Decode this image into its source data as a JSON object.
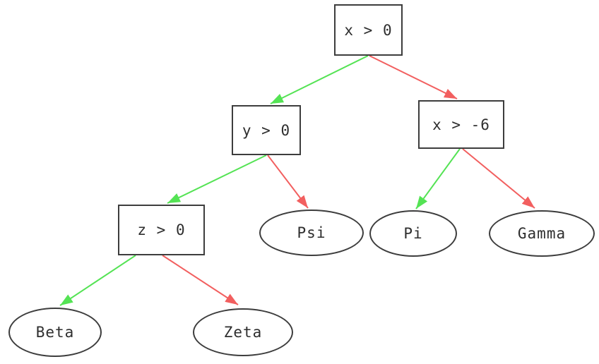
{
  "diagram": {
    "type": "decision-tree",
    "colors": {
      "true_edge": "#54e354",
      "false_edge": "#f25f5f",
      "node_border": "#3d3d3d",
      "node_text": "#2e2e2e",
      "background": "#ffffff"
    },
    "nodes": {
      "root": {
        "label": "x > 0",
        "shape": "rect"
      },
      "y": {
        "label": "y > 0",
        "shape": "rect"
      },
      "x6": {
        "label": "x > -6",
        "shape": "rect"
      },
      "z": {
        "label": "z > 0",
        "shape": "rect"
      },
      "psi": {
        "label": "Psi",
        "shape": "ellipse"
      },
      "pi": {
        "label": "Pi",
        "shape": "ellipse"
      },
      "gamma": {
        "label": "Gamma",
        "shape": "ellipse"
      },
      "beta": {
        "label": "Beta",
        "shape": "ellipse"
      },
      "zeta": {
        "label": "Zeta",
        "shape": "ellipse"
      }
    },
    "edges": [
      {
        "from": "x > 0",
        "to": "y > 0",
        "branch": "true",
        "color": "#54e354"
      },
      {
        "from": "x > 0",
        "to": "x > -6",
        "branch": "false",
        "color": "#f25f5f"
      },
      {
        "from": "y > 0",
        "to": "z > 0",
        "branch": "true",
        "color": "#54e354"
      },
      {
        "from": "y > 0",
        "to": "Psi",
        "branch": "false",
        "color": "#f25f5f"
      },
      {
        "from": "x > -6",
        "to": "Pi",
        "branch": "true",
        "color": "#54e354"
      },
      {
        "from": "x > -6",
        "to": "Gamma",
        "branch": "false",
        "color": "#f25f5f"
      },
      {
        "from": "z > 0",
        "to": "Beta",
        "branch": "true",
        "color": "#54e354"
      },
      {
        "from": "z > 0",
        "to": "Zeta",
        "branch": "false",
        "color": "#f25f5f"
      }
    ]
  }
}
